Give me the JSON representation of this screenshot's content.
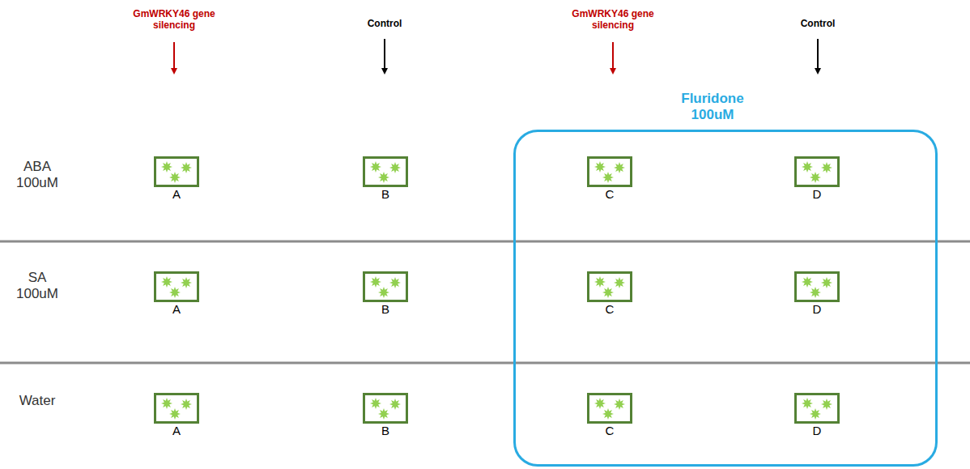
{
  "diagram": {
    "nodes": [
      {
        "text": [
          "Fluridone 100uM"
        ]
      },
      {
        "text": [
          "A"
        ]
      },
      {
        "text": [
          "B"
        ]
      },
      {
        "text": [
          "C"
        ],
        "in": 0
      },
      {
        "text": [
          "D"
        ],
        "in": 0
      },
      {
        "text": [
          "A"
        ]
      },
      {
        "text": [
          "B"
        ]
      },
      {
        "text": [
          "C"
        ],
        "in": 0
      },
      {
        "text": [
          "D"
        ],
        "in": 0
      },
      {
        "text": [
          "A"
        ]
      },
      {
        "text": [
          "B"
        ]
      },
      {
        "text": [
          "C"
        ],
        "in": 0
      },
      {
        "text": [
          "D"
        ],
        "in": 0
      }
    ],
    "labels": [
      "GmWRKY46 gene silencing",
      "Control",
      "GmWRKY46 gene silencing",
      "Control",
      "ABA 100uM",
      "SA 100uM",
      "Water"
    ]
  }
}
